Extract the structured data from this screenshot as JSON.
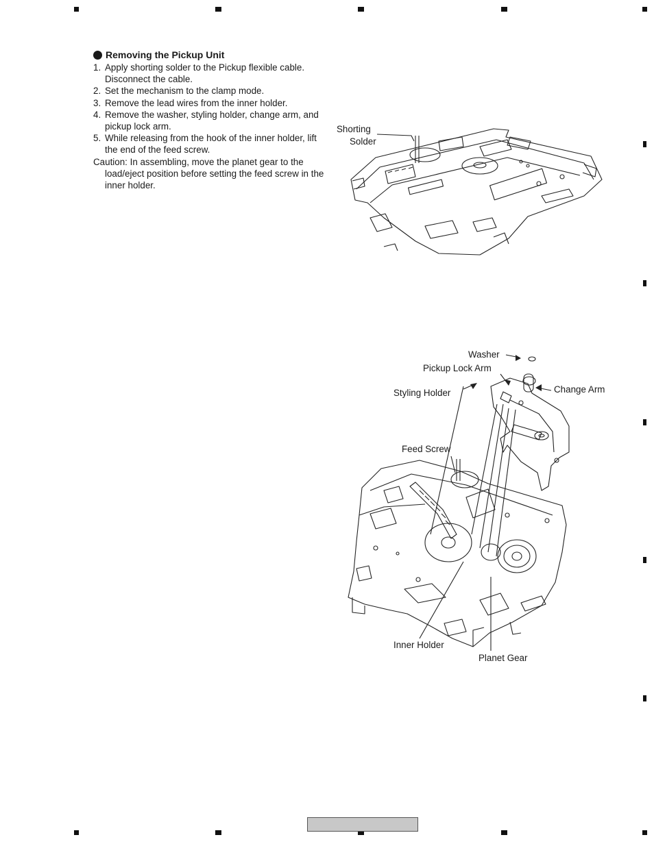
{
  "section": {
    "title": "Removing the Pickup Unit"
  },
  "steps": [
    {
      "num": "1.",
      "text": "Apply shorting solder to the Pickup flexible cable. Disconnect the cable."
    },
    {
      "num": "2.",
      "text": "Set the mechanism to the clamp mode."
    },
    {
      "num": "3.",
      "text": "Remove the lead wires from the inner holder."
    },
    {
      "num": "4.",
      "text": "Remove the washer, styling holder, change arm, and pickup lock arm."
    },
    {
      "num": "5.",
      "text": "While releasing from the hook of the inner holder, lift the end of the feed screw."
    }
  ],
  "caution": "Caution: In assembling, move the planet gear to the load/eject position before setting the feed screw in the inner holder.",
  "figure1": {
    "labels": {
      "shorting": "Shorting",
      "solder": "Solder"
    }
  },
  "figure2": {
    "labels": {
      "washer": "Washer",
      "pickup_lock_arm": "Pickup Lock Arm",
      "styling_holder": "Styling Holder",
      "change_arm": "Change Arm",
      "feed_screw": "Feed Screw",
      "inner_holder": "Inner Holder",
      "planet_gear": "Planet Gear"
    }
  },
  "colors": {
    "text": "#1a1a1a",
    "line": "#222222",
    "footer_box": "#c8c8c8"
  }
}
